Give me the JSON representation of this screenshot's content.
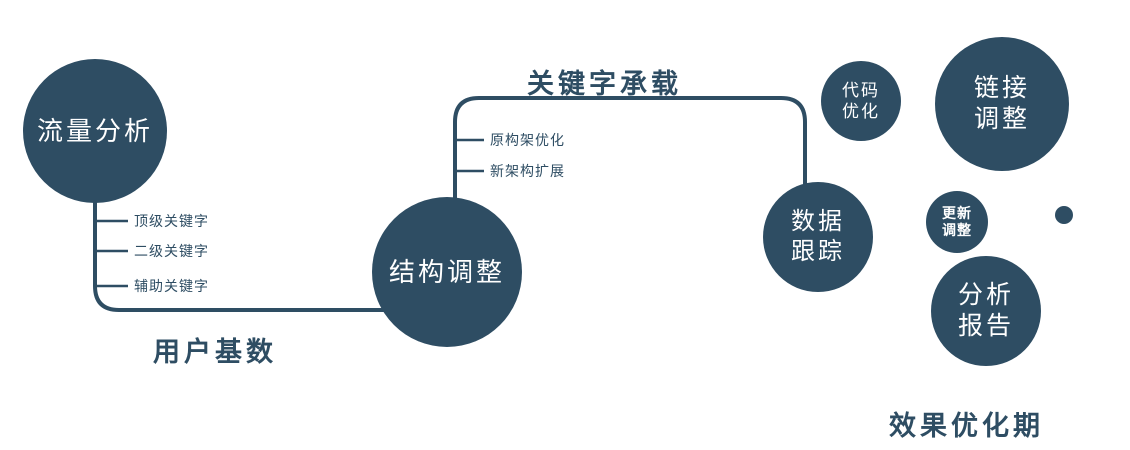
{
  "colors": {
    "primary": "#2e4d63",
    "background": "#ffffff",
    "node_text": "#ffffff"
  },
  "nodes": {
    "traffic": {
      "label": "流量分析"
    },
    "structure": {
      "label": "结构调整"
    },
    "data_tracking": {
      "line1": "数据",
      "line2": "跟踪"
    },
    "code_opt": {
      "line1": "代码",
      "line2": "优化"
    },
    "link_adjust": {
      "line1": "链接",
      "line2": "调整"
    },
    "update_adjust": {
      "line1": "更新",
      "line2": "调整"
    },
    "analysis_report": {
      "line1": "分析",
      "line2": "报告"
    }
  },
  "edges": {
    "user_base_label": "用户基数",
    "keyword_carry_label": "关键字承载"
  },
  "ticks_left": [
    {
      "label": "顶级关键字"
    },
    {
      "label": "二级关键字"
    },
    {
      "label": "辅助关键字"
    }
  ],
  "ticks_mid": [
    {
      "label": "原构架优化"
    },
    {
      "label": "新架构扩展"
    }
  ],
  "footer": {
    "label": "效果优化期"
  }
}
